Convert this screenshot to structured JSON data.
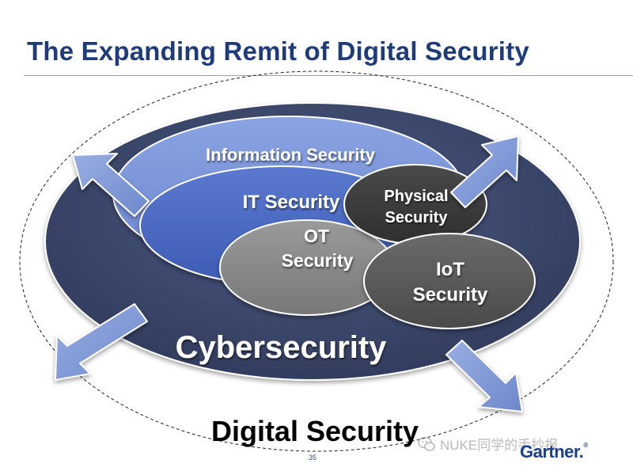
{
  "slide": {
    "title": "The Expanding Remit of Digital Security",
    "page_number": "35"
  },
  "diagram": {
    "outer_label": "Digital Security",
    "cyber_label": "Cybersecurity",
    "info_label": "Information Security",
    "it_label": "IT Security",
    "ot_label": [
      "OT",
      "Security"
    ],
    "physical_label": [
      "Physical",
      "Security"
    ],
    "iot_label": [
      "IoT",
      "Security"
    ]
  },
  "colors": {
    "title": "#1f3b7a",
    "cyber": "#3d4a6e",
    "info": "#7a95d8",
    "it": "#4866be",
    "ot": "#8a8a8a",
    "physical": "#3a3a3a",
    "iot": "#5a5a5a",
    "arrow": "#7f98d6"
  },
  "watermark": {
    "text": "NUKE同学的手抄报",
    "icon": "wechat-icon"
  },
  "brand": {
    "logo_text": "Gartner",
    "mark": "."
  }
}
